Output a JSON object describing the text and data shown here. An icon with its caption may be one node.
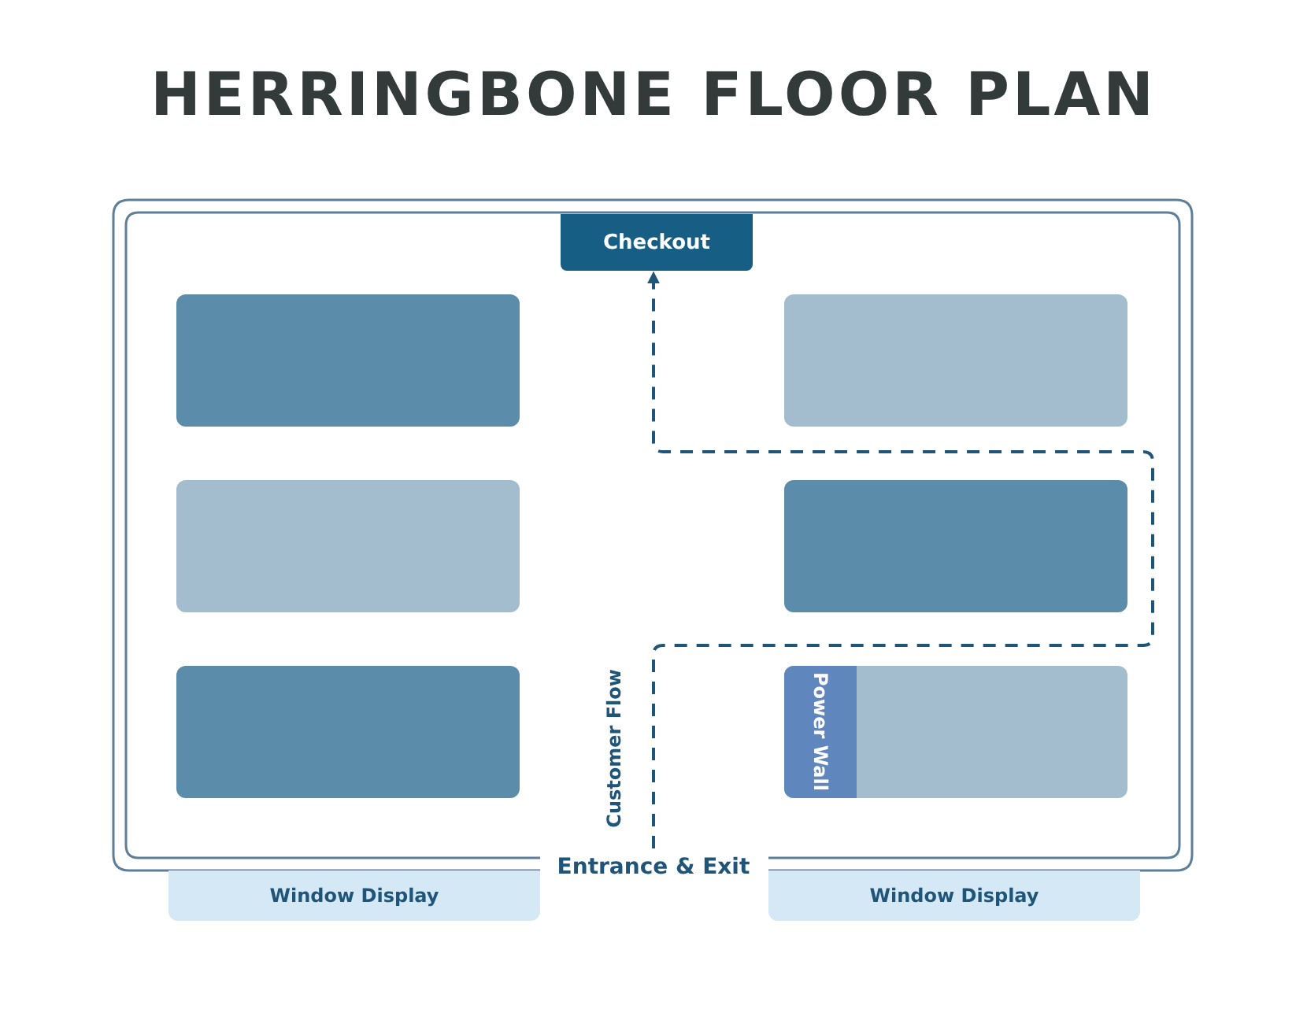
{
  "diagram": {
    "title": "HERRINGBONE FLOOR PLAN",
    "nodes": [
      {
        "text": [
          "Checkout"
        ]
      },
      {
        "text": [],
        "shape": "box"
      },
      {
        "text": [],
        "shape": "box"
      },
      {
        "text": [],
        "shape": "box"
      },
      {
        "text": [],
        "shape": "box"
      },
      {
        "text": [],
        "shape": "box"
      },
      {
        "text": [],
        "shape": "box"
      },
      {
        "text": [
          "Power Wall"
        ],
        "in": 6
      },
      {
        "text": [
          "Entrance & Exit"
        ]
      },
      {
        "text": [
          "Window Display"
        ]
      },
      {
        "text": [
          "Window Display"
        ]
      }
    ],
    "edges": [
      {
        "from": 8,
        "to": 0,
        "arrow": "to",
        "style": "dashed",
        "label": "Customer Flow"
      }
    ]
  }
}
